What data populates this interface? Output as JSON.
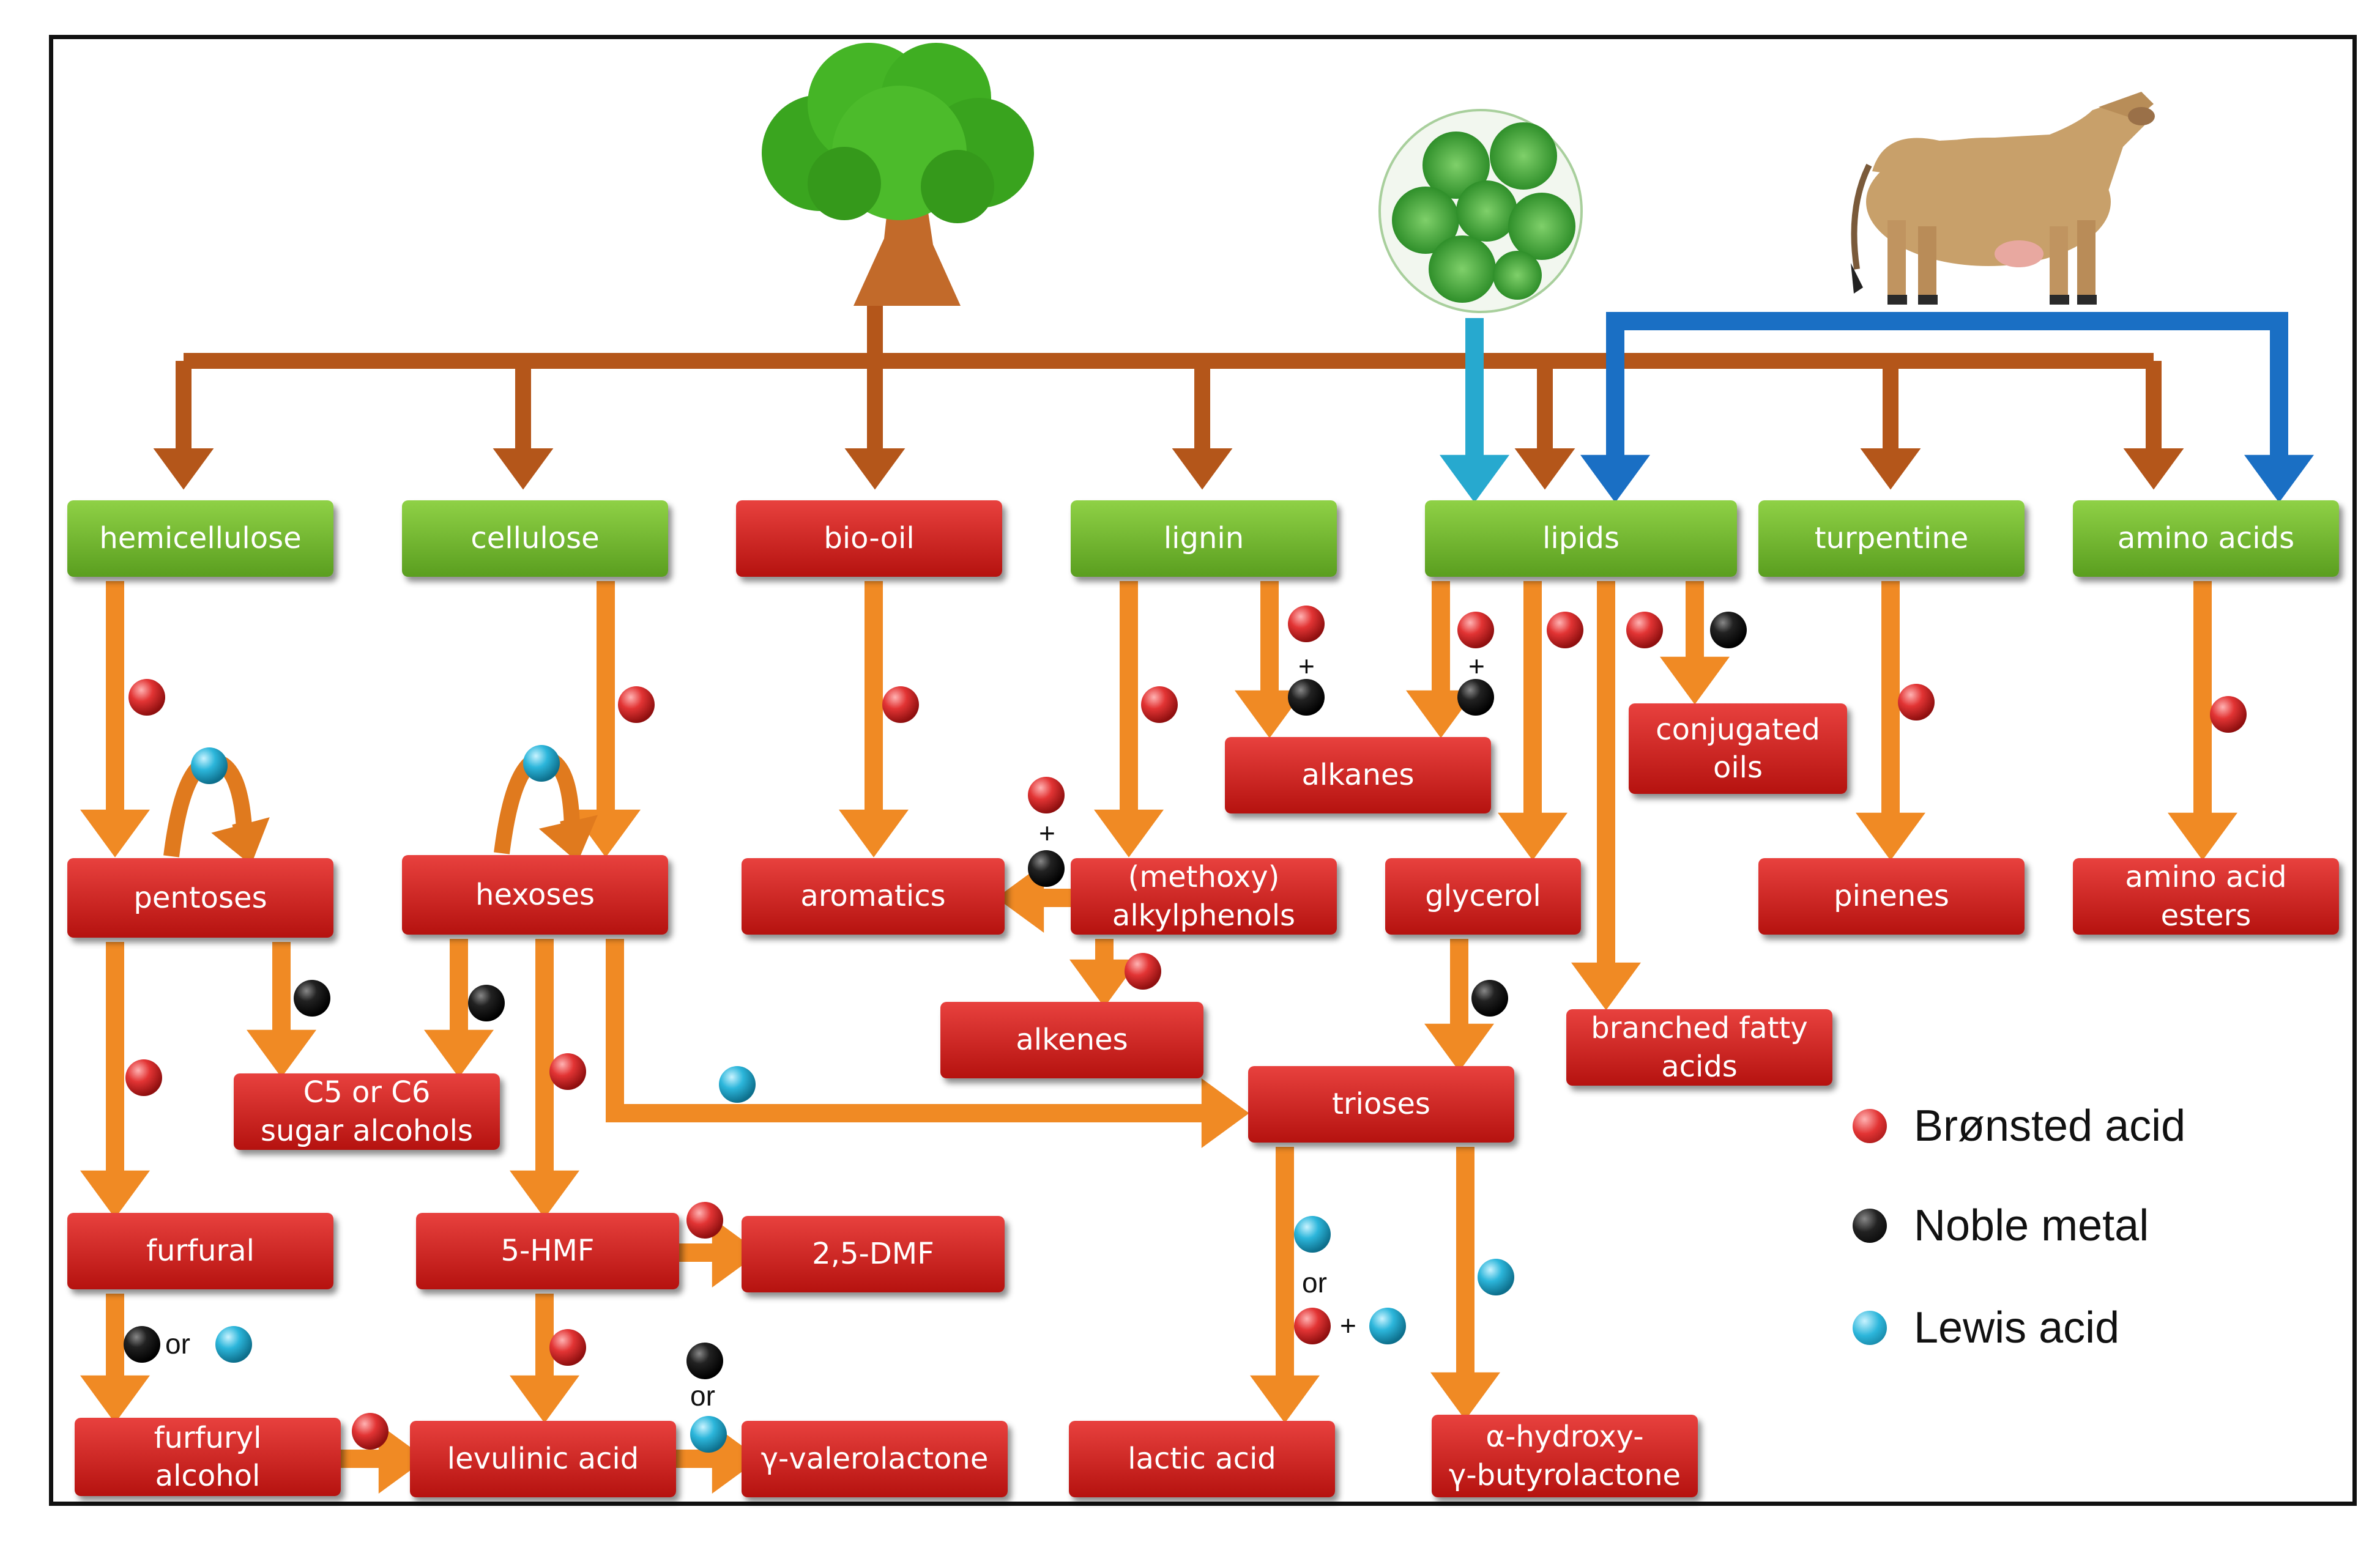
{
  "nodes": {
    "hemicellulose": "hemicellulose",
    "cellulose": "cellulose",
    "bio_oil": "bio-oil",
    "lignin": "lignin",
    "lipids": "lipids",
    "turpentine": "turpentine",
    "amino_acids": "amino acids",
    "pentoses": "pentoses",
    "hexoses": "hexoses",
    "aromatics": "aromatics",
    "alkylphenols": "(methoxy)\nalkylphenols",
    "alkanes": "alkanes",
    "conjugated_oils": "conjugated\noils",
    "glycerol": "glycerol",
    "pinenes": "pinenes",
    "amino_acid_esters": "amino acid\nesters",
    "alkenes": "alkenes",
    "branched_fatty_acids": "branched fatty\nacids",
    "sugar_alcohols": "C5 or C6\nsugar alcohols",
    "trioses": "trioses",
    "furfural": "furfural",
    "hmf": "5-HMF",
    "dmf": "2,5-DMF",
    "furfuryl_alcohol": "furfuryl\nalcohol",
    "levulinic_acid": "levulinic acid",
    "valerolactone": "γ-valerolactone",
    "lactic_acid": "lactic acid",
    "hydroxy_butyrolactone": "α-hydroxy-\nγ-butyrolactone"
  },
  "connectors": {
    "or": "or",
    "plus": "+"
  },
  "legend": {
    "bronsted": "Brønsted acid",
    "noble": "Noble metal",
    "lewis": "Lewis acid"
  },
  "icons": {
    "tree": "tree-icon",
    "algae": "algae-icon",
    "cow": "cow-icon"
  },
  "colors": {
    "brown_arrow": "#b4561a",
    "orange_arrow": "#f08a24",
    "cyan_arrow": "#27a9cf",
    "blue_arrow": "#1a6fc4",
    "green_box": "#6fb52c",
    "red_box": "#d0221f",
    "bronsted": "#e33131",
    "noble": "#111111",
    "lewis": "#2ab4d8"
  }
}
